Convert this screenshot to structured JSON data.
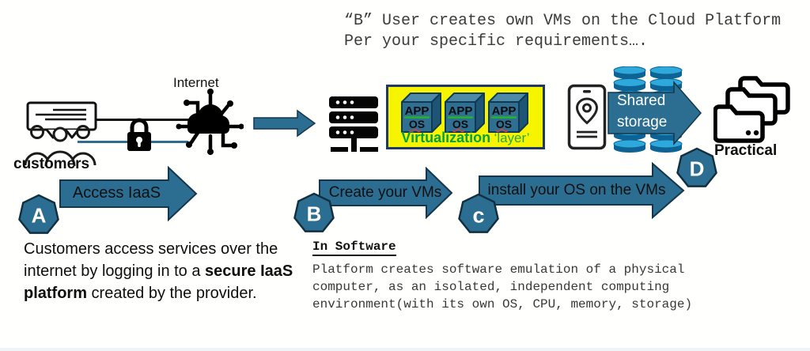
{
  "colors": {
    "teal": "#2C6E91",
    "teal_dark": "#14374D",
    "yellow": "#F7F400",
    "navy": "#1F3864",
    "green": "#00A24C",
    "cyan": "#2FA9DC",
    "blue_deep": "#0D6394"
  },
  "top_note": {
    "line1": "“B” User creates own VMs on the Cloud Platform",
    "line2": "Per your specific requirements…."
  },
  "left_scene": {
    "customers_label": "customers",
    "internet_label": "Internet"
  },
  "steps": {
    "a": {
      "badge": "A",
      "arrow": "Access IaaS"
    },
    "b": {
      "badge": "B",
      "arrow": "Create your VMs"
    },
    "c": {
      "badge": "c",
      "arrow": "install your OS on the VMs"
    },
    "d": {
      "badge": "D",
      "label": "Practical"
    }
  },
  "virtualization": {
    "title": "Virtualization",
    "layer": "‘layer’",
    "cube_app": "APP",
    "cube_os": "OS"
  },
  "storage": {
    "line1": "Shared",
    "line2": "storage"
  },
  "description": {
    "line1": "Customers access services over the",
    "line2_normal": "internet by logging in to a ",
    "line2_bold": "secure IaaS",
    "line3_bold": "platform",
    "line3_normal": " created by the provider."
  },
  "software_note": {
    "heading": "In Software",
    "lines": [
      "Platform creates software emulation of a physical",
      "computer, as an isolated, independent computing",
      "environment(with its own OS, CPU, memory, storage)"
    ]
  }
}
